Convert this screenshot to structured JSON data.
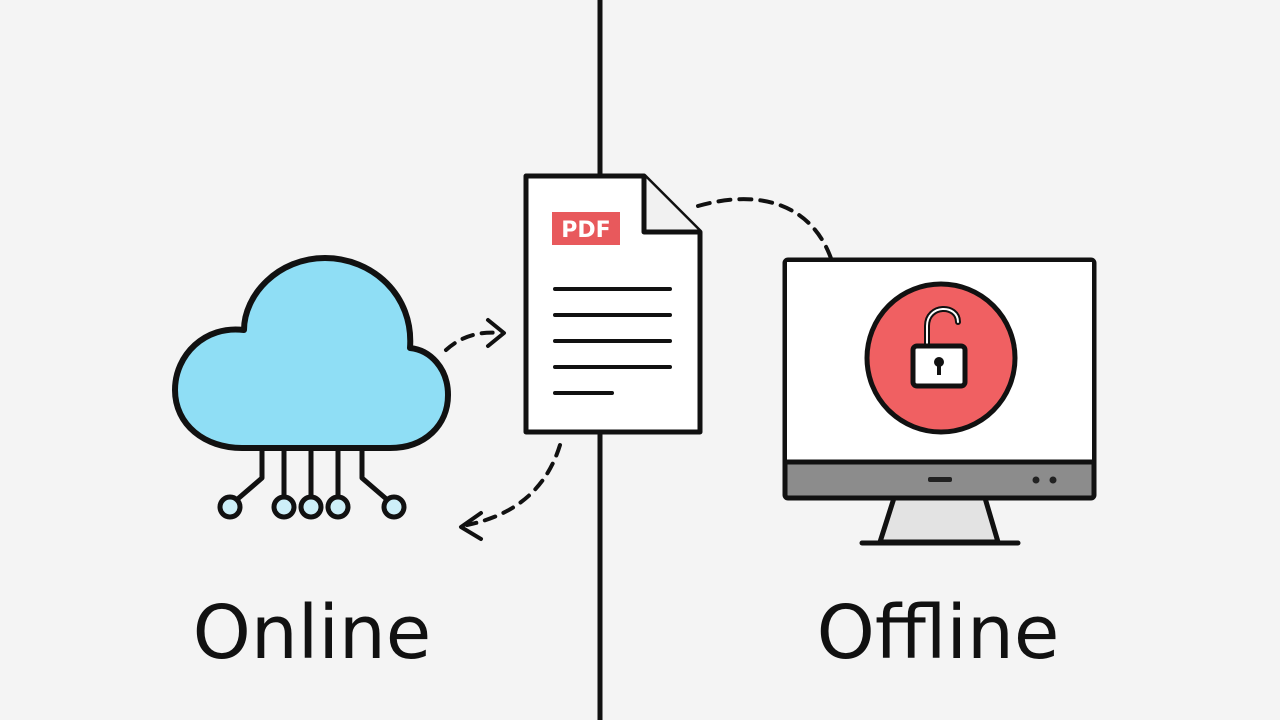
{
  "labels": {
    "left": "Online",
    "right": "Offline",
    "document_badge": "PDF"
  },
  "icons": {
    "cloud": "cloud-network-icon",
    "document": "pdf-document-icon",
    "computer": "desktop-monitor-icon",
    "lock": "unlocked-padlock-icon"
  },
  "colors": {
    "background": "#f4f4f4",
    "stroke": "#111111",
    "cloud_fill": "#8fdef5",
    "node_fill": "#cdeff8",
    "pdf_badge": "#e8595c",
    "unlock_circle": "#f06062",
    "monitor_bezel": "#8c8c8c",
    "monitor_stand": "#e3e3e3"
  }
}
